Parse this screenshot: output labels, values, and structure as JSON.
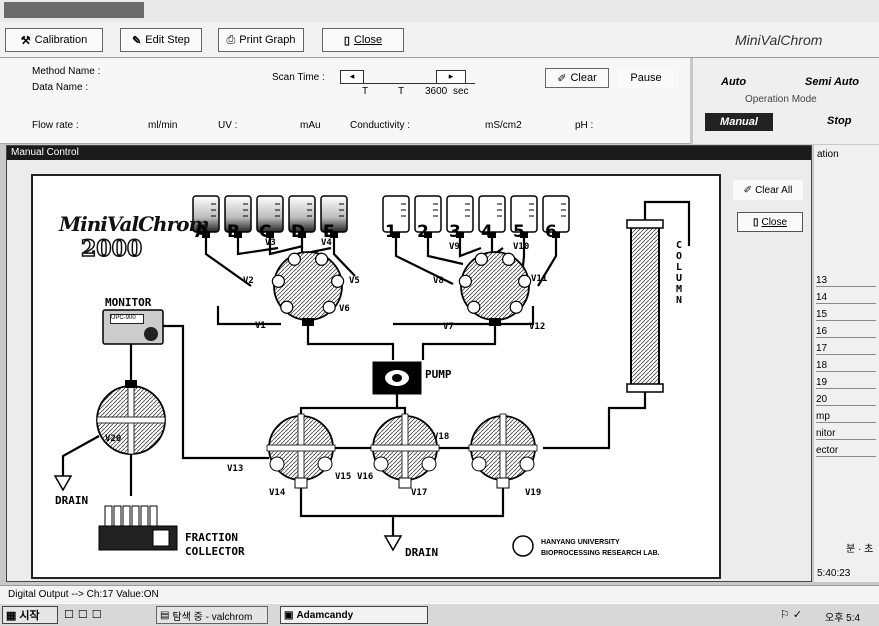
{
  "window": {
    "title": ""
  },
  "toolbar": {
    "calibration": "Calibration",
    "edit_step": "Edit Step",
    "print_graph": "Print Graph",
    "close": "Close",
    "brand": "MiniValChrom"
  },
  "info": {
    "method_name": "Method Name :",
    "data_name": "Data Name :",
    "scan_time": "Scan Time :",
    "scan_value": "3600",
    "scan_unit": "sec",
    "tick_left": "T",
    "tick_right": "T",
    "clear": "Clear",
    "pause": "Pause",
    "flow_rate": "Flow rate :",
    "flow_unit": "ml/min",
    "uv": "UV :",
    "uv_unit": "mAu",
    "conductivity": "Conductivity :",
    "cond_unit": "mS/cm2",
    "ph": "pH :"
  },
  "opmode": {
    "auto": "Auto",
    "semi_auto": "Semi Auto",
    "label": "Operation Mode",
    "manual": "Manual",
    "stop": "Stop"
  },
  "manual_control": {
    "title": "Manual Control",
    "clear_all": "Clear All",
    "close": "Close"
  },
  "diagram": {
    "logo_top": "MiniValChrom",
    "logo_bottom": "2000",
    "bottles_a": [
      "A",
      "B",
      "C",
      "D",
      "E"
    ],
    "bottles_b": [
      "1",
      "2",
      "3",
      "4",
      "5",
      "6"
    ],
    "valves_left": [
      "V1",
      "V2",
      "V3",
      "V4",
      "V5",
      "V6"
    ],
    "valves_right": [
      "V7",
      "V8",
      "V9",
      "V10",
      "V11",
      "V12"
    ],
    "valves_bottom": [
      "V13",
      "V14",
      "V15",
      "V16",
      "V17",
      "V18",
      "V19",
      "V20"
    ],
    "monitor": "MONITOR",
    "monitor_display": "UPC-900",
    "pump": "PUMP",
    "column": "COLUMN",
    "drain": "DRAIN",
    "fraction_1": "FRACTION",
    "fraction_2": "COLLECTOR",
    "univ_1": "HANYANG UNIVERSITY",
    "univ_2": "BIOPROCESSING RESEARCH LAB."
  },
  "right_panel": {
    "partial": "ation",
    "rows": [
      "13",
      "14",
      "15",
      "16",
      "17",
      "18",
      "19",
      "20",
      "mp",
      "nitor",
      "ector"
    ],
    "time": "5:40:23"
  },
  "status": {
    "text": "Digital Output --> Ch:17  Value:ON"
  },
  "taskbar": {
    "start": "시작",
    "task1": "탐색 중 - valchrom",
    "task2": "Adamcandy",
    "clock": "오후 5:4"
  }
}
